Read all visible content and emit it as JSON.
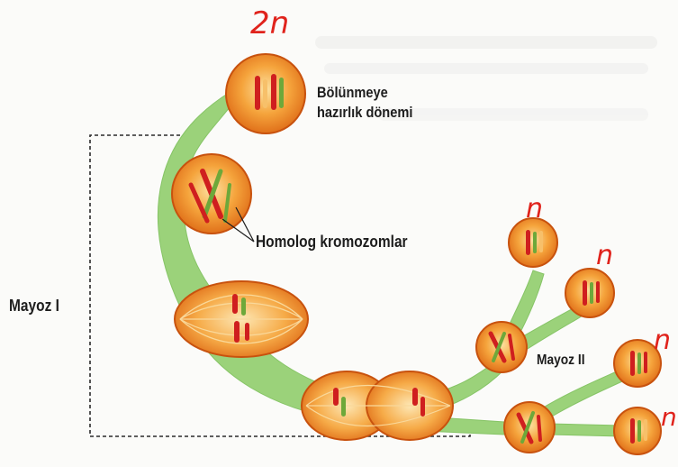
{
  "colors": {
    "cell_fill": "#f08a24",
    "cell_center": "#fbd06a",
    "cell_edge": "#c8520e",
    "membrane": "#e2efc7",
    "path_green": "#9bd27a",
    "chromosome_red": "#cf1f1f",
    "chromosome_green": "#6ea83a",
    "annotation_red": "#e0231c",
    "text": "#1d1d1d"
  },
  "labels": {
    "interphase_line1": "Bölünmeye",
    "interphase_line2": "hazırlık dönemi",
    "homologous": "Homolog kromozomlar",
    "meiosis1": "Mayoz I",
    "meiosis2": "Mayoz II"
  },
  "annotations": {
    "diploid": "2n",
    "haploid_1": "n",
    "haploid_2": "n",
    "haploid_3": "n",
    "haploid_4": "n"
  }
}
